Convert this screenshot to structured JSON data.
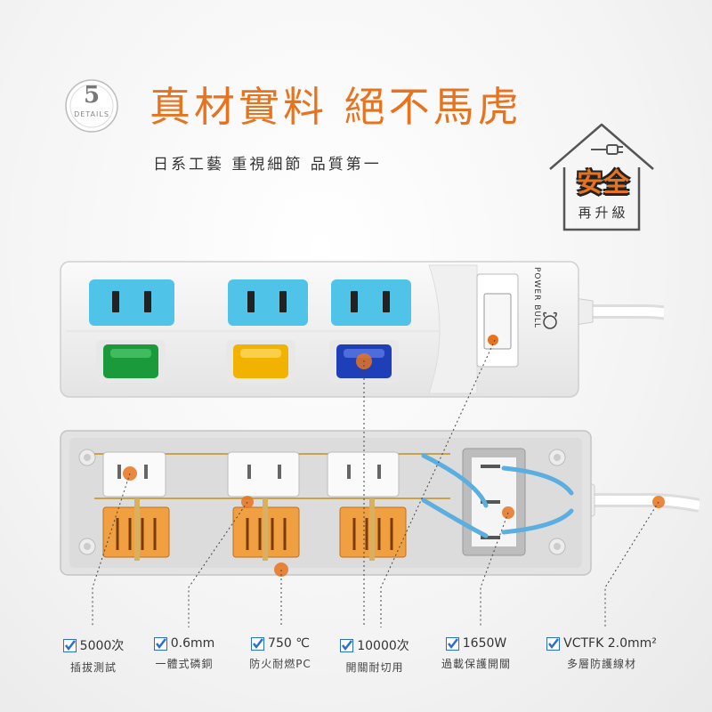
{
  "header": {
    "badge_number": "5",
    "badge_text": "DETAILS",
    "title": "真材實料 絕不馬虎",
    "subtitle": "日系工藝 重視細節 品質第一"
  },
  "safety": {
    "main": "安全",
    "sub": "再升級"
  },
  "product": {
    "brand": "POWER BULL"
  },
  "features": [
    {
      "value": "5000次",
      "label": "插拔測試"
    },
    {
      "value": "0.6mm",
      "label": "一體式磷銅"
    },
    {
      "value": "750 ℃",
      "label": "防火耐燃PC"
    },
    {
      "value": "10000次",
      "label": "開關耐切用"
    },
    {
      "value": "1650W",
      "label": "過載保護開關"
    },
    {
      "value": "VCTFK 2.0mm²",
      "label": "多層防護線材"
    }
  ],
  "colors": {
    "accent": "#e8731f",
    "outlet_blue": "#4fc3e8",
    "switch_green": "#1a9a3a",
    "switch_yellow": "#f2b200",
    "switch_blue": "#1f3fb8",
    "check_blue": "#2a6fd0"
  }
}
